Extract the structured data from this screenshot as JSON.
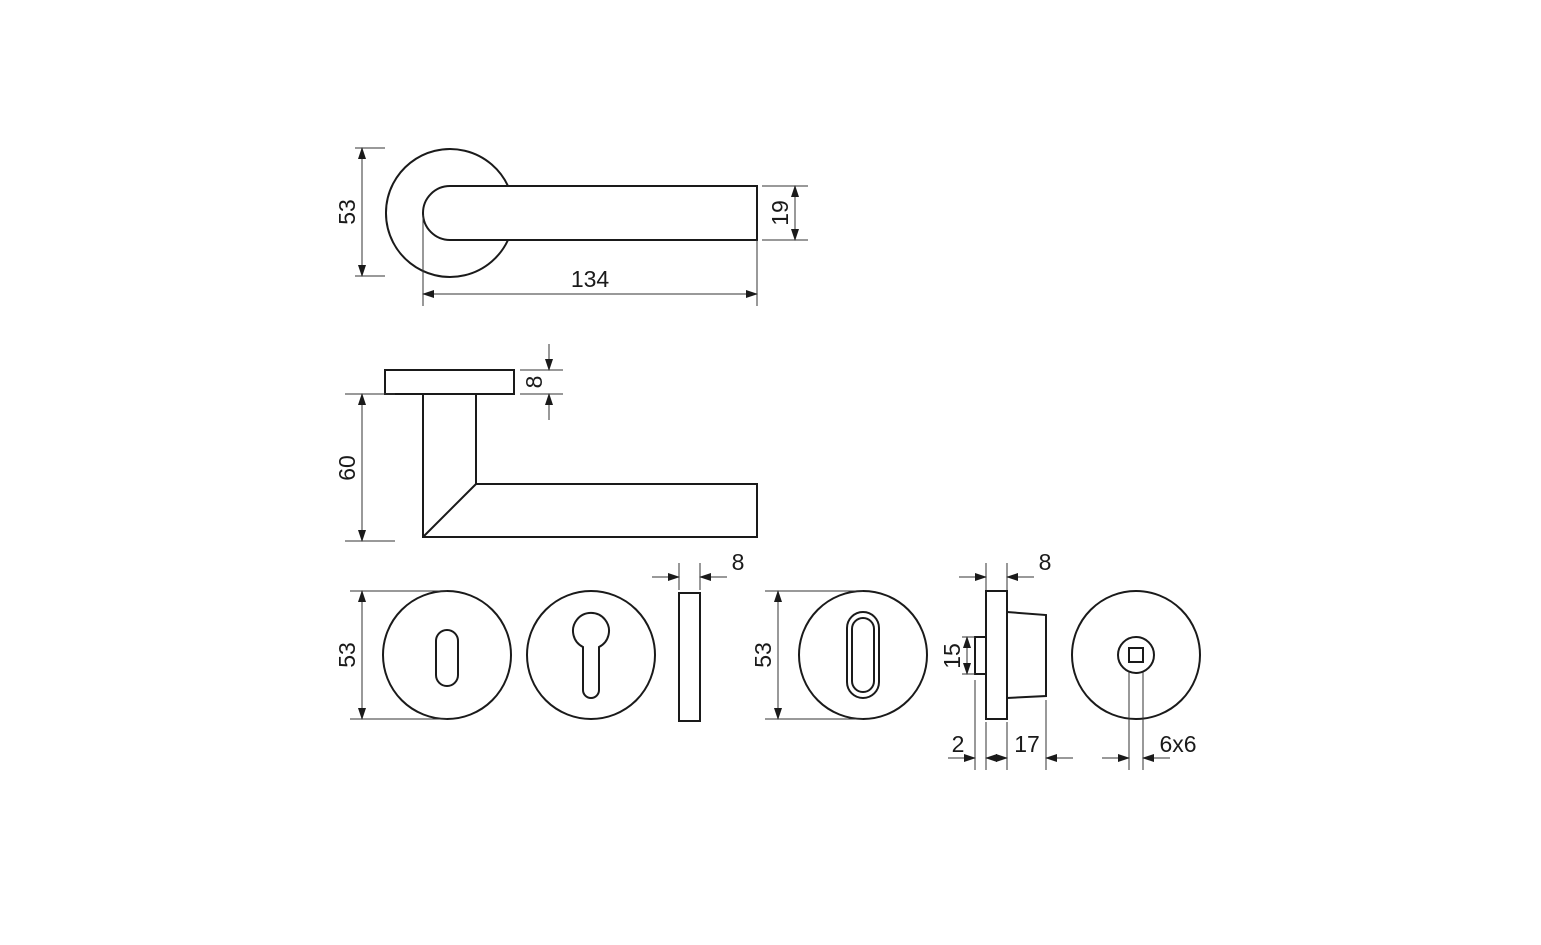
{
  "drawing": {
    "top_view": {
      "rose_diameter": "53",
      "lever_height": "19",
      "lever_length": "134"
    },
    "side_view": {
      "rose_thickness": "8",
      "projection": "60"
    },
    "escutcheons": {
      "keyhole_diameter": "53",
      "escutcheon_thickness": "8",
      "bathroom_diameter": "53",
      "turn_thickness": "8",
      "knob_height": "15",
      "knob_depth": "2",
      "turn_depth": "17",
      "spindle_size": "6x6"
    }
  }
}
